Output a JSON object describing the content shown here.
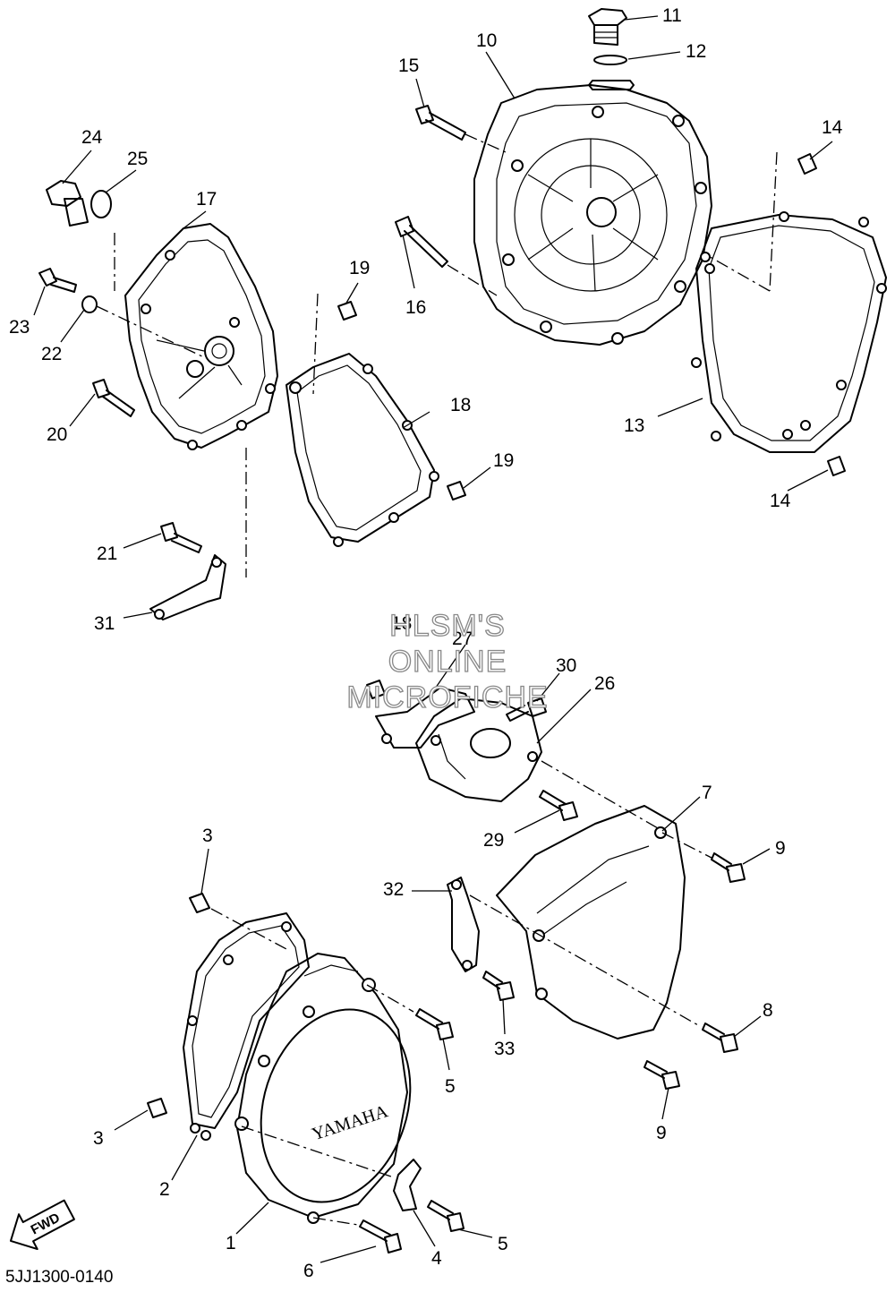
{
  "diagram": {
    "drawing_code": "5JJ1300-0140",
    "cover_brand": "YAMAHA",
    "direction_arrow": "FWD",
    "watermark": [
      "HLSM'S",
      "ONLINE",
      "MICROFICHE"
    ],
    "callouts": [
      {
        "id": "c1",
        "label": "1"
      },
      {
        "id": "c2",
        "label": "2"
      },
      {
        "id": "c3a",
        "label": "3"
      },
      {
        "id": "c3b",
        "label": "3"
      },
      {
        "id": "c4",
        "label": "4"
      },
      {
        "id": "c5a",
        "label": "5"
      },
      {
        "id": "c5b",
        "label": "5"
      },
      {
        "id": "c6",
        "label": "6"
      },
      {
        "id": "c7",
        "label": "7"
      },
      {
        "id": "c8",
        "label": "8"
      },
      {
        "id": "c9a",
        "label": "9"
      },
      {
        "id": "c9b",
        "label": "9"
      },
      {
        "id": "c10",
        "label": "10"
      },
      {
        "id": "c11",
        "label": "11"
      },
      {
        "id": "c12",
        "label": "12"
      },
      {
        "id": "c13",
        "label": "13"
      },
      {
        "id": "c14a",
        "label": "14"
      },
      {
        "id": "c14b",
        "label": "14"
      },
      {
        "id": "c15",
        "label": "15"
      },
      {
        "id": "c16",
        "label": "16"
      },
      {
        "id": "c17",
        "label": "17"
      },
      {
        "id": "c18a",
        "label": "18"
      },
      {
        "id": "c18b",
        "label": "18"
      },
      {
        "id": "c19a",
        "label": "19"
      },
      {
        "id": "c19b",
        "label": "19"
      },
      {
        "id": "c20",
        "label": "20"
      },
      {
        "id": "c21",
        "label": "21"
      },
      {
        "id": "c22",
        "label": "22"
      },
      {
        "id": "c23",
        "label": "23"
      },
      {
        "id": "c24",
        "label": "24"
      },
      {
        "id": "c25",
        "label": "25"
      },
      {
        "id": "c26",
        "label": "26"
      },
      {
        "id": "c27",
        "label": "27"
      },
      {
        "id": "c29",
        "label": "29"
      },
      {
        "id": "c30",
        "label": "30"
      },
      {
        "id": "c31",
        "label": "31"
      },
      {
        "id": "c32",
        "label": "32"
      },
      {
        "id": "c33",
        "label": "33"
      }
    ]
  }
}
